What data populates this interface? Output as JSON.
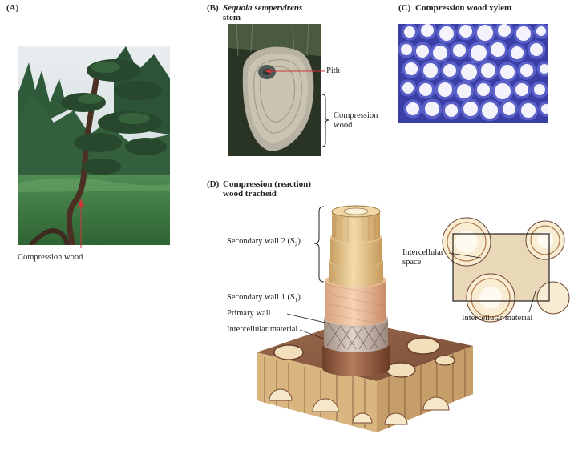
{
  "panels": {
    "a": {
      "label": "(A)",
      "caption": "Compression wood"
    },
    "b": {
      "label": "(B)",
      "species": "Sequoia sempervirens",
      "species_suffix": "stem",
      "pith_label": "Pith",
      "compression_label_line1": "Compression",
      "compression_label_line2": "wood"
    },
    "c": {
      "label": "(C)",
      "title": "Compression wood xylem"
    },
    "d": {
      "label": "(D)",
      "title_line1": "Compression (reaction)",
      "title_line2": "wood tracheid",
      "secondary_wall_2": "Secondary wall 2 (S",
      "secondary_wall_2_sub": "2",
      "secondary_wall_1": "Secondary wall 1 (S",
      "secondary_wall_1_sub": "1",
      "primary_wall": "Primary wall",
      "intercellular_material": "Intercellular material",
      "intercellular_space_line1": "Intercellular",
      "intercellular_space_line2": "space",
      "intercellular_material_inset": "Intercellular material"
    }
  },
  "colors": {
    "xylem_blue": "#3a3fa8",
    "wood_tan": "#e8c98a",
    "wood_dark": "#8a5a3c",
    "pointer_red": "#d0343a"
  }
}
